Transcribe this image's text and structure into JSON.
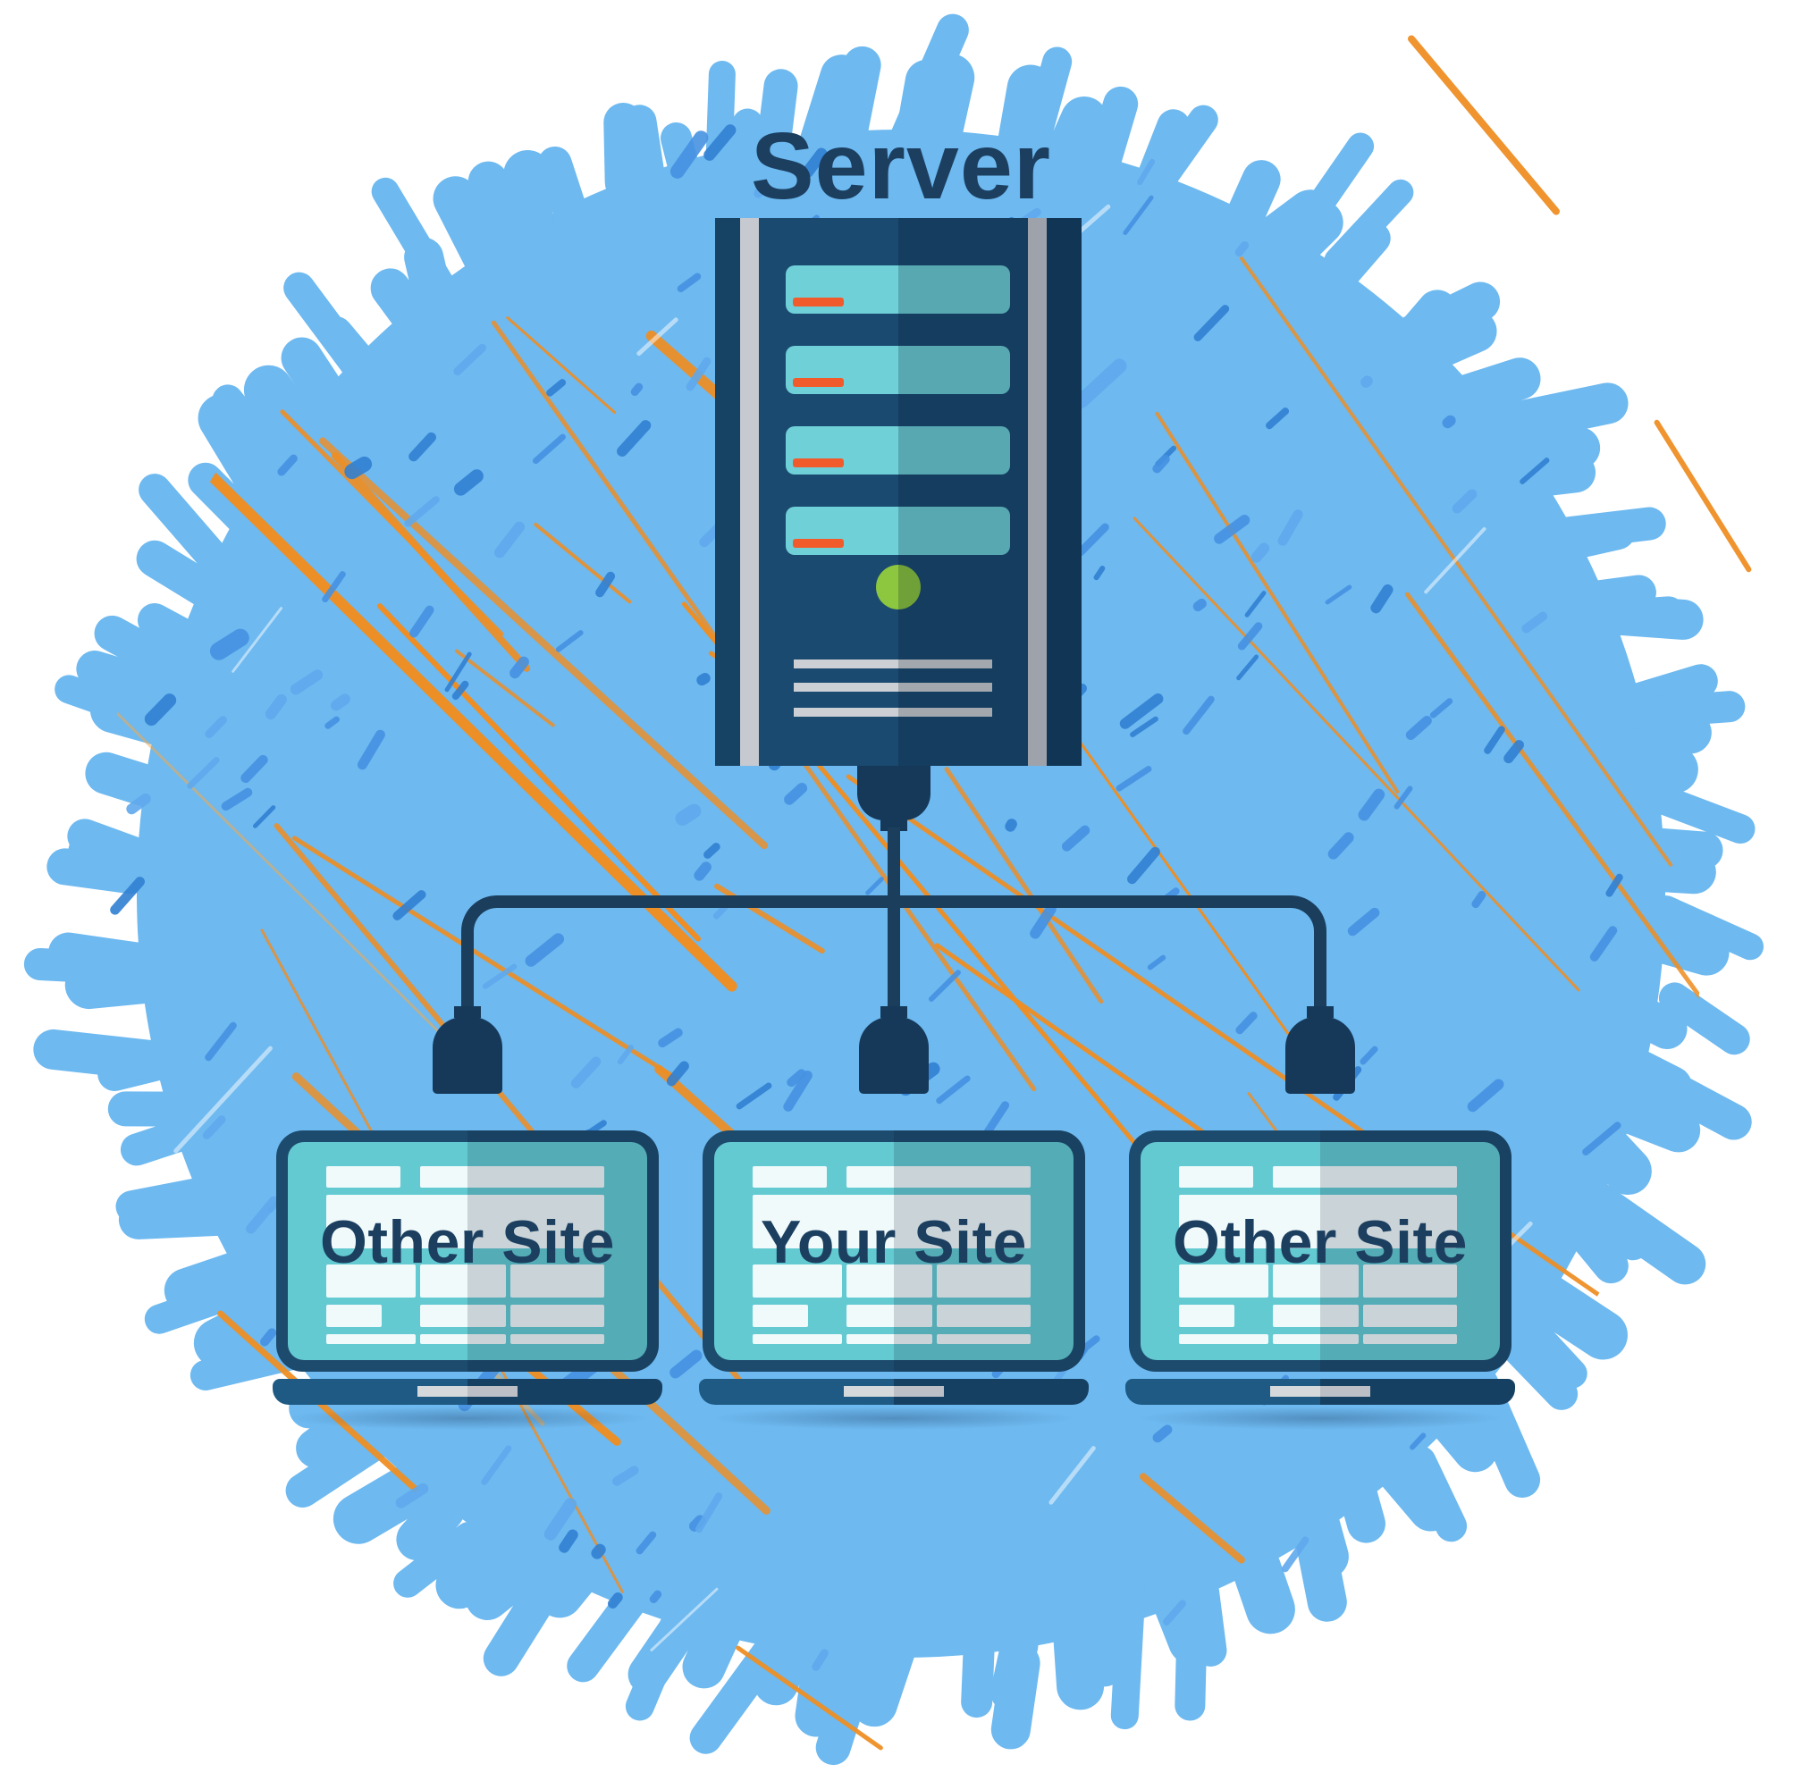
{
  "illustration": {
    "server": {
      "label": "Server",
      "icon": "server-tower-icon",
      "drive_bays": 4
    },
    "network": {
      "cable_icon": "network-cable",
      "plug_icon": "power-plug-icon"
    },
    "clients": [
      {
        "label": "Other Site",
        "icon": "laptop-icon"
      },
      {
        "label": "Your Site",
        "icon": "laptop-icon"
      },
      {
        "label": "Other Site",
        "icon": "laptop-icon"
      }
    ]
  },
  "colors": {
    "bg_blue": "#6db9f0",
    "speckle_blue": "#4691e1",
    "speckle_blue_light": "#5ea8ec",
    "speckle_blue_dark": "#3180d2",
    "orange": "#ee8e24",
    "orange_light": "#f3a94e",
    "navy_dark": "#16395a",
    "navy_cable": "#1a3e5c",
    "tower_body": "#1a4a70",
    "tower_edge": "#164263",
    "tower_gray": "#c6c9cf",
    "slot_teal": "#6fd0d8",
    "dash_orange": "#f15b2b",
    "led_green": "#8dc63f",
    "vent_gray": "#ccd0d4",
    "frame_navy": "#1d4b6d",
    "screen_teal": "#63cad2",
    "base_blue_left": "#1e5a83",
    "base_navy_right": "#164062",
    "notch_gray": "#d6d9dc",
    "text_navy": "#1c3f60"
  }
}
